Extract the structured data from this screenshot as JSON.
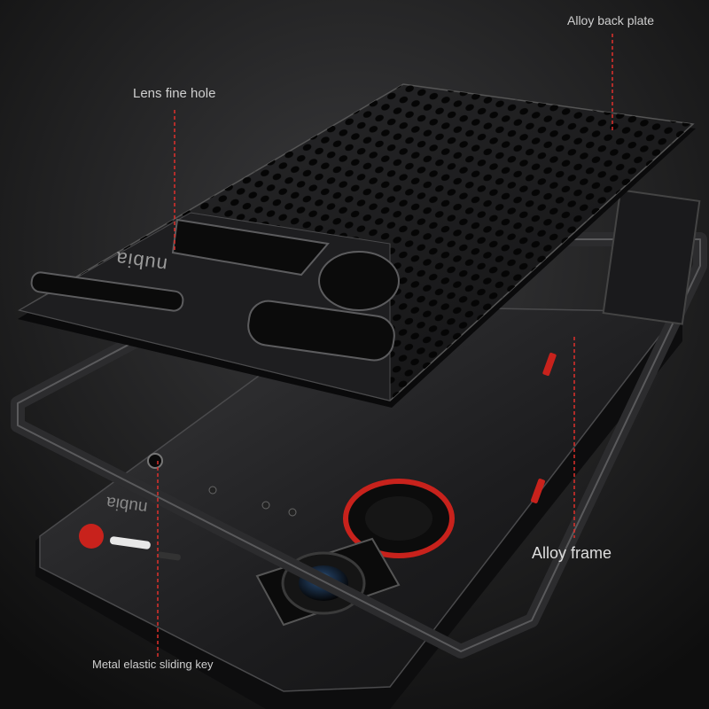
{
  "callouts": {
    "lens_fine_hole": "Lens fine hole",
    "alloy_back_plate": "Alloy back plate",
    "alloy_frame": "Alloy frame",
    "metal_sliding_key": "Metal elastic sliding key"
  },
  "brand": {
    "plate_logo": "nubia",
    "phone_logo": "nubia"
  },
  "colors": {
    "background": "#141414",
    "callout_line": "#e0302c",
    "accent_red": "#c8221c",
    "metal_dark": "#1e1e20"
  }
}
